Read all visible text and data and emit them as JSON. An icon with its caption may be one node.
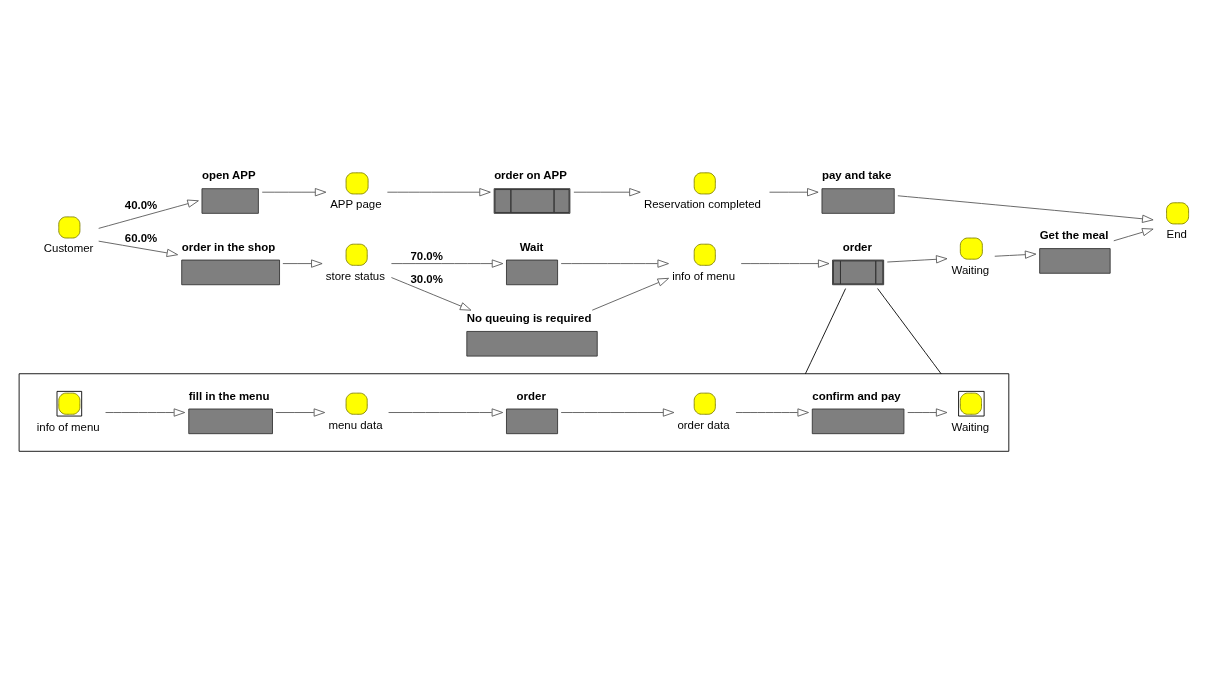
{
  "diagram": {
    "nodes": [
      {
        "text": [
          "Customer"
        ]
      },
      {
        "text": [
          "open APP"
        ]
      },
      {
        "text": [
          "APP page"
        ]
      },
      {
        "text": [
          "order on APP"
        ]
      },
      {
        "text": [
          "Reservation completed"
        ]
      },
      {
        "text": [
          "pay and take"
        ]
      },
      {
        "text": [
          "End"
        ]
      },
      {
        "text": [
          "order in the shop"
        ]
      },
      {
        "text": [
          "store status"
        ]
      },
      {
        "text": [
          "Wait"
        ]
      },
      {
        "text": [
          "No queuing is required"
        ]
      },
      {
        "text": [
          "info of menu"
        ]
      },
      {
        "text": [
          "order"
        ]
      },
      {
        "text": [
          "Waiting"
        ]
      },
      {
        "text": [
          "Get the meal"
        ]
      },
      {
        "text": [],
        "shape": "box"
      },
      {
        "text": [
          "info of menu"
        ],
        "in": 15
      },
      {
        "text": [
          "fill in the menu"
        ],
        "in": 15
      },
      {
        "text": [
          "menu data"
        ],
        "in": 15
      },
      {
        "text": [
          "order"
        ],
        "in": 15
      },
      {
        "text": [
          "order data"
        ],
        "in": 15
      },
      {
        "text": [
          "confirm and pay"
        ],
        "in": 15
      },
      {
        "text": [
          "Waiting"
        ],
        "in": 15
      }
    ],
    "edges": [
      {
        "from": 0,
        "to": 1,
        "arrow": "to",
        "label": "40.0%"
      },
      {
        "from": 0,
        "to": 7,
        "arrow": "to",
        "label": "60.0%"
      },
      {
        "from": 1,
        "to": 2,
        "arrow": "to"
      },
      {
        "from": 2,
        "to": 3,
        "arrow": "to"
      },
      {
        "from": 3,
        "to": 4,
        "arrow": "to"
      },
      {
        "from": 4,
        "to": 5,
        "arrow": "to"
      },
      {
        "from": 5,
        "to": 6,
        "arrow": "to"
      },
      {
        "from": 7,
        "to": 8,
        "arrow": "to"
      },
      {
        "from": 8,
        "to": 9,
        "arrow": "to",
        "label": "70.0%"
      },
      {
        "from": 8,
        "to": 10,
        "arrow": "to",
        "label": "30.0%"
      },
      {
        "from": 9,
        "to": 11,
        "arrow": "to"
      },
      {
        "from": 10,
        "to": 11,
        "arrow": "to"
      },
      {
        "from": 11,
        "to": 12,
        "arrow": "to"
      },
      {
        "from": 12,
        "to": 13,
        "arrow": "to"
      },
      {
        "from": 13,
        "to": 14,
        "arrow": "to"
      },
      {
        "from": 14,
        "to": 6,
        "arrow": "to"
      },
      {
        "from": 12,
        "to": 15,
        "arrow": "none",
        "color": "#000000"
      },
      {
        "from": 12,
        "to": 15,
        "arrow": "none",
        "color": "#000000"
      },
      {
        "from": 16,
        "to": 17,
        "arrow": "to"
      },
      {
        "from": 17,
        "to": 18,
        "arrow": "to"
      },
      {
        "from": 18,
        "to": 19,
        "arrow": "to"
      },
      {
        "from": 19,
        "to": 20,
        "arrow": "to"
      },
      {
        "from": 20,
        "to": 21,
        "arrow": "to"
      },
      {
        "from": 21,
        "to": 22,
        "arrow": "to"
      }
    ]
  }
}
